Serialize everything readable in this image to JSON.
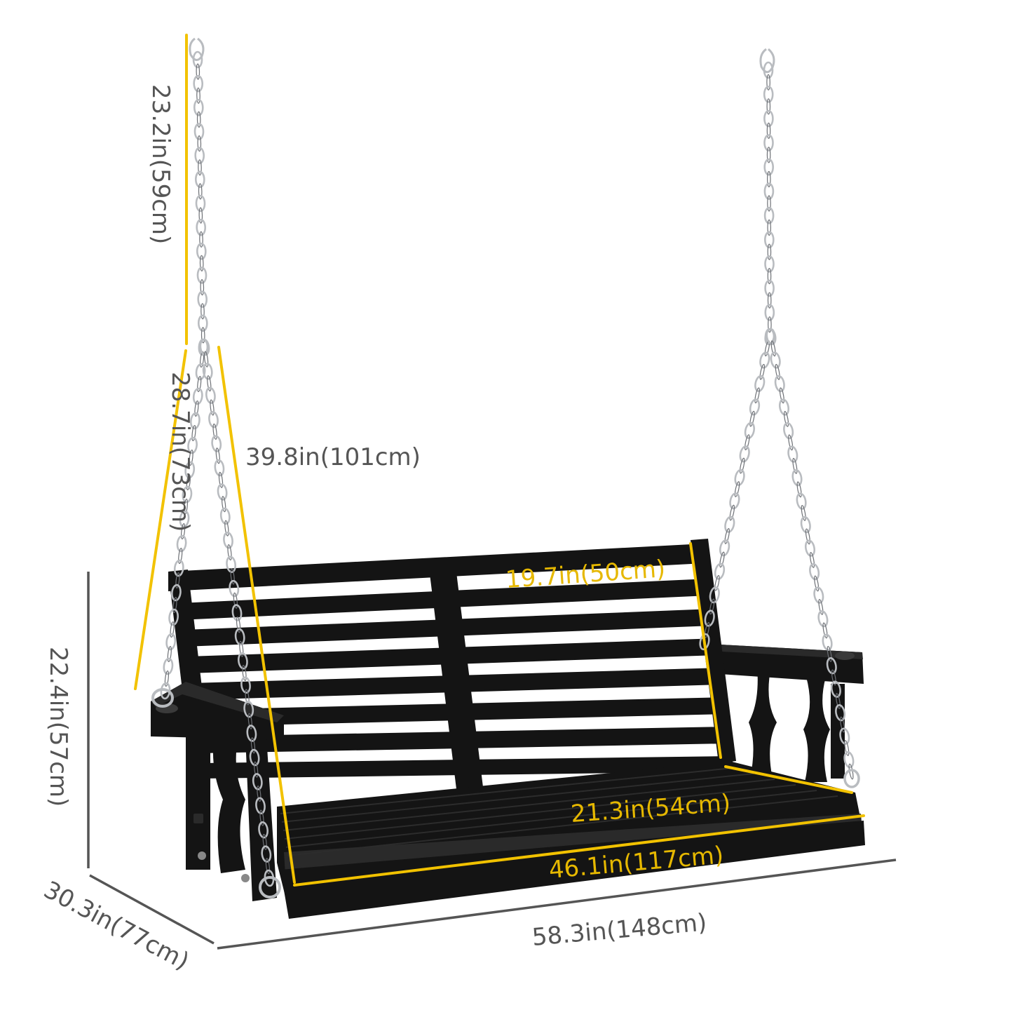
{
  "product": {
    "name": "porch swing bench with hanging chains"
  },
  "colors": {
    "wood": "#141414",
    "chain": "#b9bcc0",
    "accent_line": "#f2c200",
    "accent_text": "#e6b800",
    "dimension_gray": "#555555",
    "background": "#ffffff"
  },
  "dimensions": {
    "top_chain_length": "23.2in(59cm)",
    "lower_chain_length": "28.7in(73cm)",
    "diagonal_chain_length": "39.8in(101cm)",
    "backrest_height": "19.7in(50cm)",
    "overall_height": "22.4in(57cm)",
    "seat_depth": "21.3in(54cm)",
    "seat_width": "46.1in(117cm)",
    "overall_depth": "30.3in(77cm)",
    "overall_width": "58.3in(148cm)"
  }
}
